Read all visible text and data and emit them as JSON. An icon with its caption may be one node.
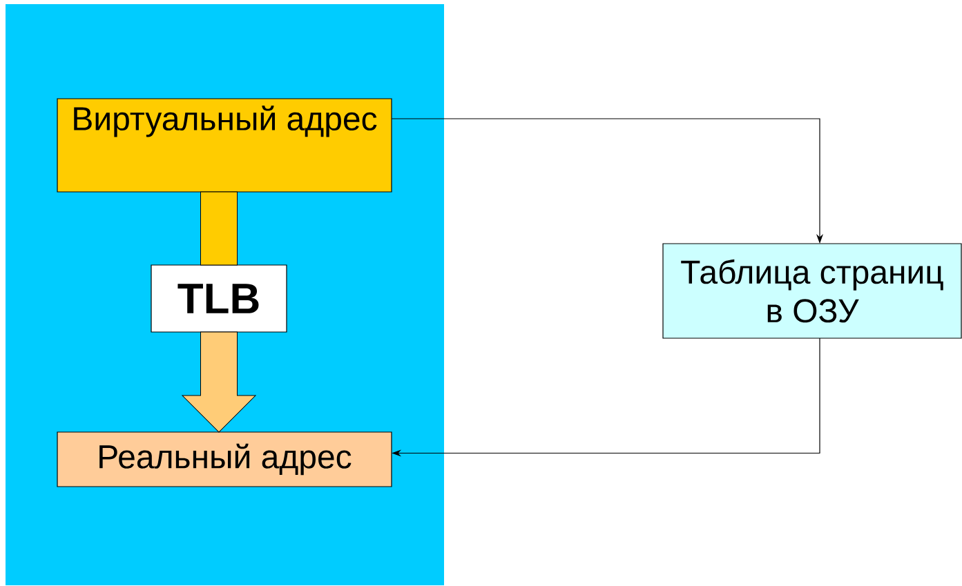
{
  "diagram": {
    "nodes": [
      {
        "text": [],
        "shape": "box"
      },
      {
        "text": [
          "Виртуальный адрес"
        ],
        "in": 0
      },
      {
        "text": [
          "TLB"
        ],
        "in": 0
      },
      {
        "text": [
          "Реальный адрес"
        ],
        "in": 0
      },
      {
        "text": [
          "Таблица страниц в ОЗУ"
        ]
      }
    ],
    "edges": [
      {
        "from": 1,
        "to": 4,
        "arrow": "to"
      },
      {
        "from": 4,
        "to": 3,
        "arrow": "to"
      },
      {
        "from": 1,
        "to": 2,
        "arrow": "none",
        "style": "thick",
        "color": "#ffcc00"
      },
      {
        "from": 2,
        "to": 3,
        "arrow": "to",
        "style": "thick",
        "color": "#ffcc77"
      }
    ]
  }
}
